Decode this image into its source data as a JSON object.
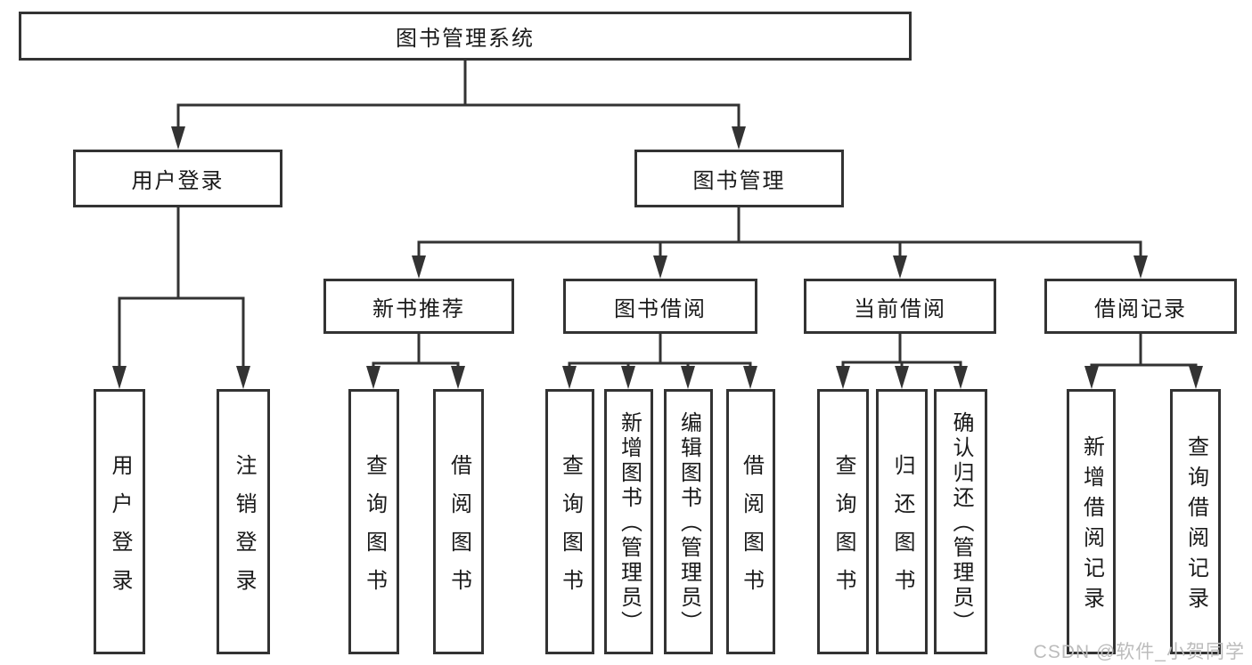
{
  "diagram": {
    "type": "tree-hierarchy",
    "nodes": {
      "root": {
        "label": "图书管理系统"
      },
      "level2": [
        {
          "id": "user-login",
          "label": "用户登录"
        },
        {
          "id": "book-management",
          "label": "图书管理"
        }
      ],
      "level3": [
        {
          "id": "new-book-recommendation",
          "label": "新书推荐"
        },
        {
          "id": "book-borrowing",
          "label": "图书借阅"
        },
        {
          "id": "current-borrowing",
          "label": "当前借阅"
        },
        {
          "id": "borrowing-records",
          "label": "借阅记录"
        }
      ],
      "leaves": [
        {
          "id": "user-login-action",
          "parent": "user-login",
          "label": "用户登录"
        },
        {
          "id": "logout",
          "parent": "user-login",
          "label": "注销登录"
        },
        {
          "id": "query-books-a",
          "parent": "new-book-recommendation",
          "label": "查询图书"
        },
        {
          "id": "borrow-books-a",
          "parent": "new-book-recommendation",
          "label": "借阅图书"
        },
        {
          "id": "query-books-b",
          "parent": "book-borrowing",
          "label": "查询图书"
        },
        {
          "id": "add-books-admin",
          "parent": "book-borrowing",
          "label": "新增图书（管理员）"
        },
        {
          "id": "edit-books-admin",
          "parent": "book-borrowing",
          "label": "编辑图书（管理员）"
        },
        {
          "id": "borrow-books-b",
          "parent": "book-borrowing",
          "label": "借阅图书"
        },
        {
          "id": "query-books-c",
          "parent": "current-borrowing",
          "label": "查询图书"
        },
        {
          "id": "return-books",
          "parent": "current-borrowing",
          "label": "归还图书"
        },
        {
          "id": "confirm-return-admin",
          "parent": "current-borrowing",
          "label": "确认归还（管理员）"
        },
        {
          "id": "add-borrow-record",
          "parent": "borrowing-records",
          "label": "新增借阅记录"
        },
        {
          "id": "query-borrow-record",
          "parent": "borrowing-records",
          "label": "查询借阅记录"
        }
      ]
    },
    "colors": {
      "line": "#333333",
      "box_border": "#333333",
      "box_fill": "#ffffff",
      "text": "#1a1a1a",
      "watermark": "#bcbcbc",
      "background": "#ffffff"
    }
  },
  "watermark": "CSDN @软件_小贺同学"
}
